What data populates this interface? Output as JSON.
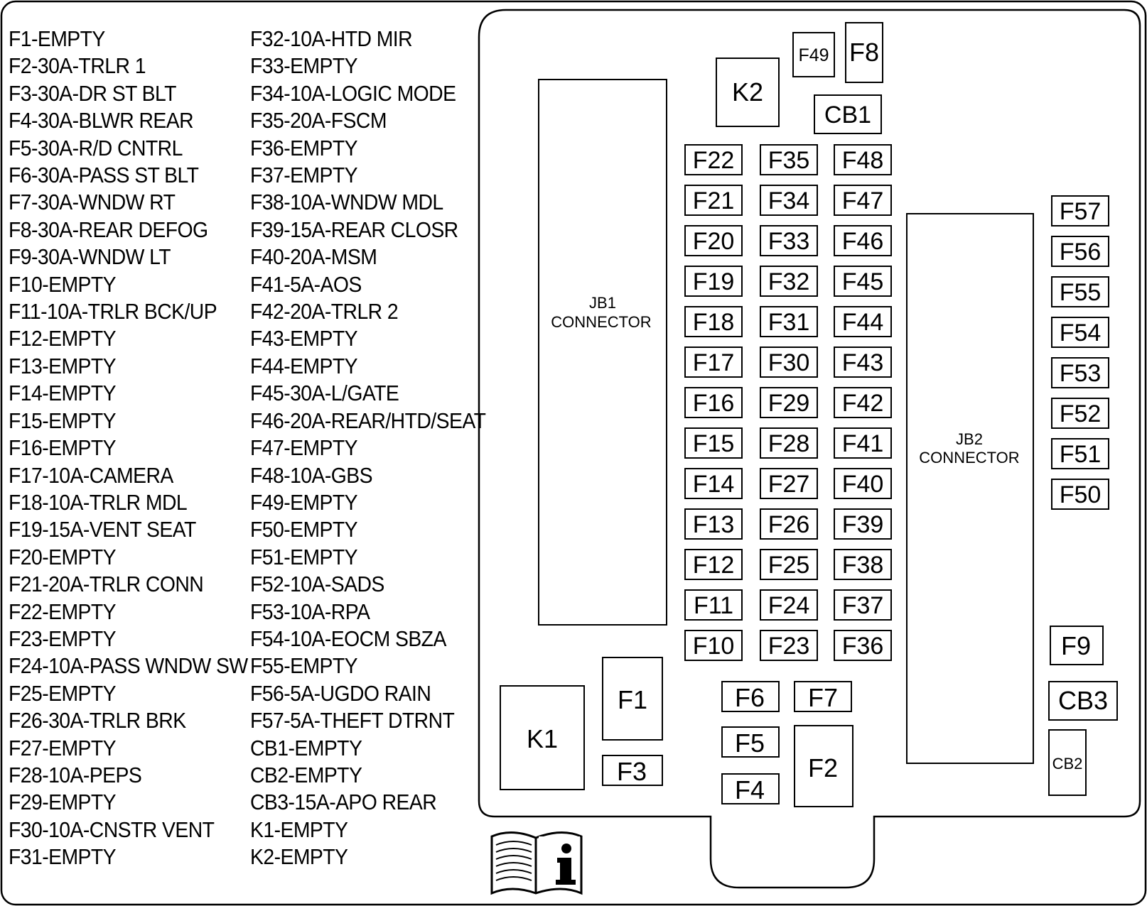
{
  "legend_col_1": [
    "F1-EMPTY",
    "F2-30A-TRLR 1",
    "F3-30A-DR ST BLT",
    "F4-30A-BLWR REAR",
    "F5-30A-R/D CNTRL",
    "F6-30A-PASS ST BLT",
    "F7-30A-WNDW RT",
    "F8-30A-REAR DEFOG",
    "F9-30A-WNDW LT",
    "F10-EMPTY",
    "F11-10A-TRLR BCK/UP",
    "F12-EMPTY",
    "F13-EMPTY",
    "F14-EMPTY",
    "F15-EMPTY",
    "F16-EMPTY",
    "F17-10A-CAMERA",
    "F18-10A-TRLR MDL",
    "F19-15A-VENT SEAT",
    "F20-EMPTY",
    "F21-20A-TRLR CONN",
    "F22-EMPTY",
    "F23-EMPTY",
    "F24-10A-PASS WNDW SW",
    "F25-EMPTY",
    "F26-30A-TRLR BRK",
    "F27-EMPTY",
    "F28-10A-PEPS",
    "F29-EMPTY",
    "F30-10A-CNSTR VENT",
    "F31-EMPTY"
  ],
  "legend_col_2": [
    "F32-10A-HTD MIR",
    "F33-EMPTY",
    "F34-10A-LOGIC MODE",
    "F35-20A-FSCM",
    "F36-EMPTY",
    "F37-EMPTY",
    "F38-10A-WNDW MDL",
    "F39-15A-REAR CLOSR",
    "F40-20A-MSM",
    "F41-5A-AOS",
    "F42-20A-TRLR 2",
    "F43-EMPTY",
    "F44-EMPTY",
    "F45-30A-L/GATE",
    "F46-20A-REAR/HTD/SEAT",
    "F47-EMPTY",
    "F48-10A-GBS",
    "F49-EMPTY",
    "F50-EMPTY",
    "F51-EMPTY",
    "F52-10A-SADS",
    "F53-10A-RPA",
    "F54-10A-EOCM SBZA",
    "F55-EMPTY",
    "F56-5A-UGDO RAIN",
    "F57-5A-THEFT DTRNT",
    "CB1-EMPTY",
    "CB2-EMPTY",
    "CB3-15A-APO REAR",
    "K1-EMPTY",
    "K2-EMPTY"
  ],
  "connectors": {
    "jb1_line1": "JB1",
    "jb1_line2": "CONNECTOR",
    "jb2_line1": "JB2",
    "jb2_line2": "CONNECTOR"
  },
  "fuse_grid": {
    "col_a": [
      "F22",
      "F21",
      "F20",
      "F19",
      "F18",
      "F17",
      "F16",
      "F15",
      "F14",
      "F13",
      "F12",
      "F11",
      "F10"
    ],
    "col_b": [
      "F35",
      "F34",
      "F33",
      "F32",
      "F31",
      "F30",
      "F29",
      "F28",
      "F27",
      "F26",
      "F25",
      "F24",
      "F23"
    ],
    "col_c": [
      "F48",
      "F47",
      "F46",
      "F45",
      "F44",
      "F43",
      "F42",
      "F41",
      "F40",
      "F39",
      "F38",
      "F37",
      "F36"
    ],
    "right_col": [
      "F57",
      "F56",
      "F55",
      "F54",
      "F53",
      "F52",
      "F51",
      "F50"
    ]
  },
  "components": {
    "f49": "F49",
    "f8": "F8",
    "k2": "K2",
    "cb1": "CB1",
    "k1": "K1",
    "f1": "F1",
    "f3": "F3",
    "f6": "F6",
    "f7": "F7",
    "f5": "F5",
    "f4": "F4",
    "f2": "F2",
    "f9": "F9",
    "cb3": "CB3",
    "cb2": "CB2"
  },
  "info_icon": "info-book-icon"
}
